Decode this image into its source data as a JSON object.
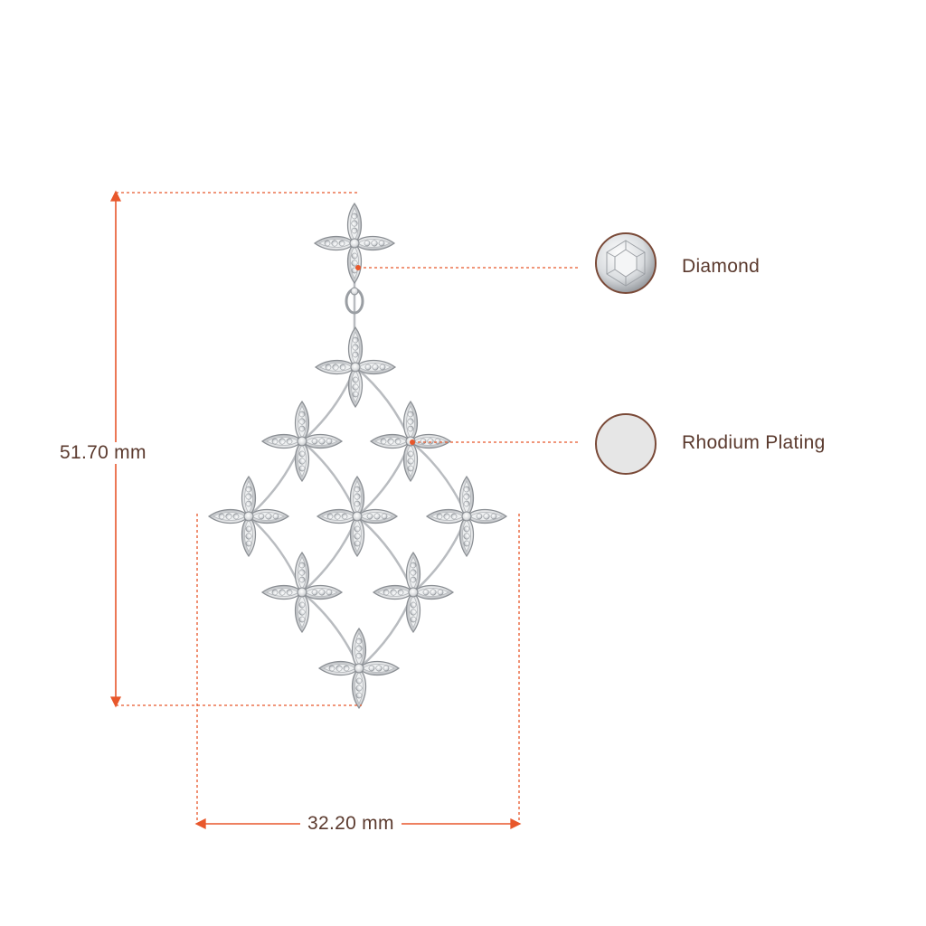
{
  "dimensions": {
    "height": "51.70 mm",
    "width": "32.20 mm"
  },
  "materials": [
    {
      "name": "Diamond",
      "icon": "diamond-swatch-icon"
    },
    {
      "name": "Rhodium Plating",
      "icon": "rhodium-swatch-icon"
    }
  ],
  "colors": {
    "dimension_line": "#e8572b",
    "label_text": "#5b3a2e",
    "swatch_border": "#7a4a38",
    "rhodium_fill": "#e6e6e6",
    "metal": "#d8dadc"
  },
  "product": {
    "icon": "floral-chandelier-earring-icon"
  }
}
